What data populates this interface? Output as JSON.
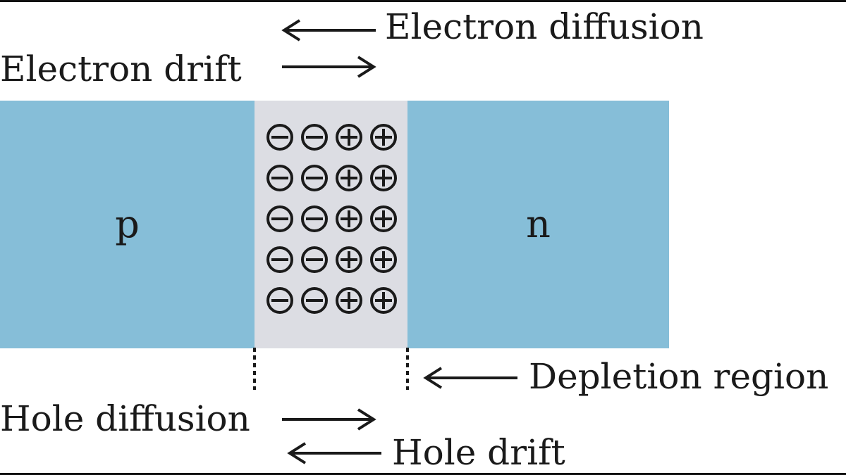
{
  "labels": {
    "electron_diffusion": "Electron diffusion",
    "electron_drift": "Electron drift",
    "depletion_region": "Depletion region",
    "hole_diffusion": "Hole diffusion",
    "hole_drift": "Hole drift"
  },
  "regions": {
    "p": "p",
    "n": "n"
  },
  "charges": {
    "rows": 5,
    "pattern": [
      "minus",
      "minus",
      "plus",
      "plus"
    ]
  },
  "colors": {
    "semiconductor": "#86bed8",
    "depletion": "#dcdde3",
    "ink": "#1a1a1a"
  },
  "icons": {
    "minus": "circled-minus-icon",
    "plus": "circled-plus-icon"
  }
}
